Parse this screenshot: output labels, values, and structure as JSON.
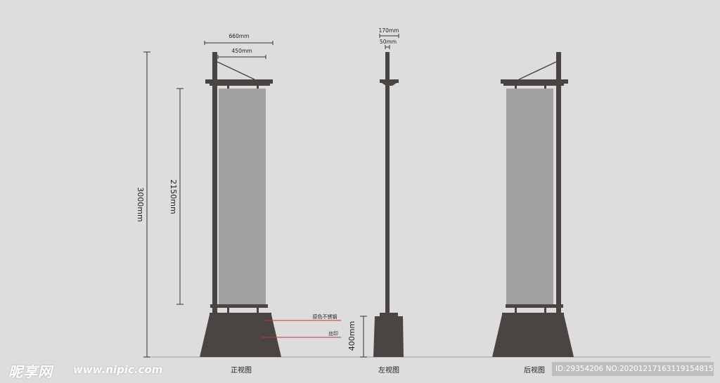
{
  "dimensions": {
    "top_width": "660mm",
    "inner_width": "450mm",
    "total_height": "3000mm",
    "panel_height": "2150mm",
    "side_outer": "170mm",
    "side_inner": "50mm",
    "base_height": "400mm"
  },
  "annotations": {
    "material": "原色不锈钢",
    "print": "丝印"
  },
  "views": {
    "front": "正视图",
    "left": "左视图",
    "back": "后视图"
  },
  "watermark": {
    "logo": "昵享网",
    "url": "www.nipic.com",
    "id": "ID:29354206 NO:20201217163119154815"
  },
  "colors": {
    "background": "#dcdddc",
    "metal": "#4a4542",
    "panel": "#a1a1a1",
    "leader": "#c0392b"
  }
}
